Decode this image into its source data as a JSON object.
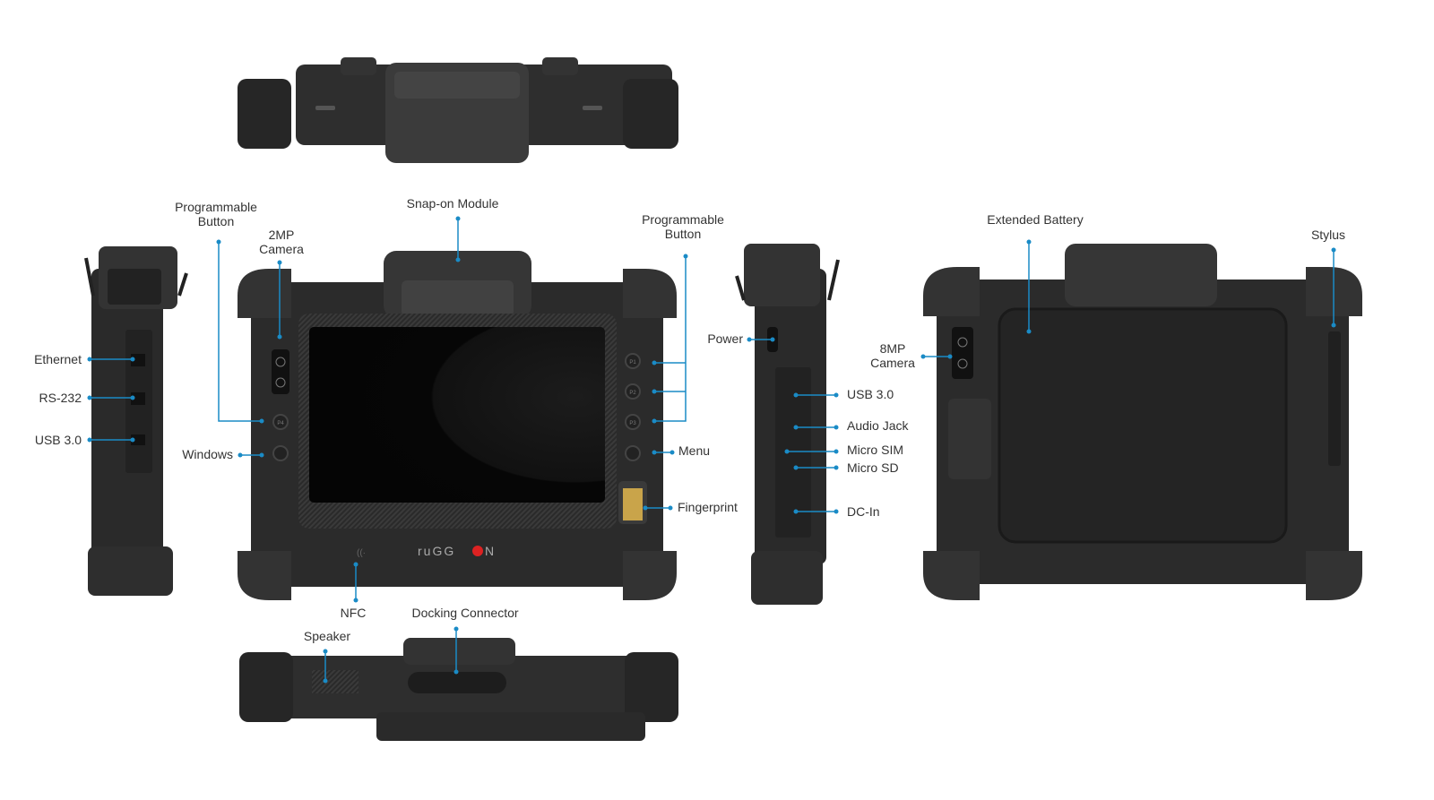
{
  "accent_color": "#1a8bc6",
  "brand_logo": "RUGGON",
  "front_labels": {
    "prog_button_left": [
      "Programmable",
      "Button"
    ],
    "camera_2mp": [
      "2MP",
      "Camera"
    ],
    "snap_on": "Snap-on Module",
    "prog_button_right": [
      "Programmable",
      "Button"
    ],
    "windows": "Windows",
    "menu": "Menu",
    "fingerprint": "Fingerprint",
    "nfc": "NFC"
  },
  "left_side_labels": {
    "ethernet": "Ethernet",
    "rs232": "RS-232",
    "usb": "USB 3.0"
  },
  "right_side_labels": {
    "power": "Power",
    "usb": "USB 3.0",
    "audio": "Audio Jack",
    "sim": "Micro SIM",
    "sd": "Micro SD",
    "dcin": "DC-In"
  },
  "back_labels": {
    "battery": "Extended Battery",
    "stylus": "Stylus",
    "camera_8mp": [
      "8MP",
      "Camera"
    ]
  },
  "bottom_labels": {
    "docking": "Docking Connector",
    "speaker": "Speaker"
  },
  "front_buttons": [
    "P1",
    "P2",
    "P3",
    "P4"
  ]
}
